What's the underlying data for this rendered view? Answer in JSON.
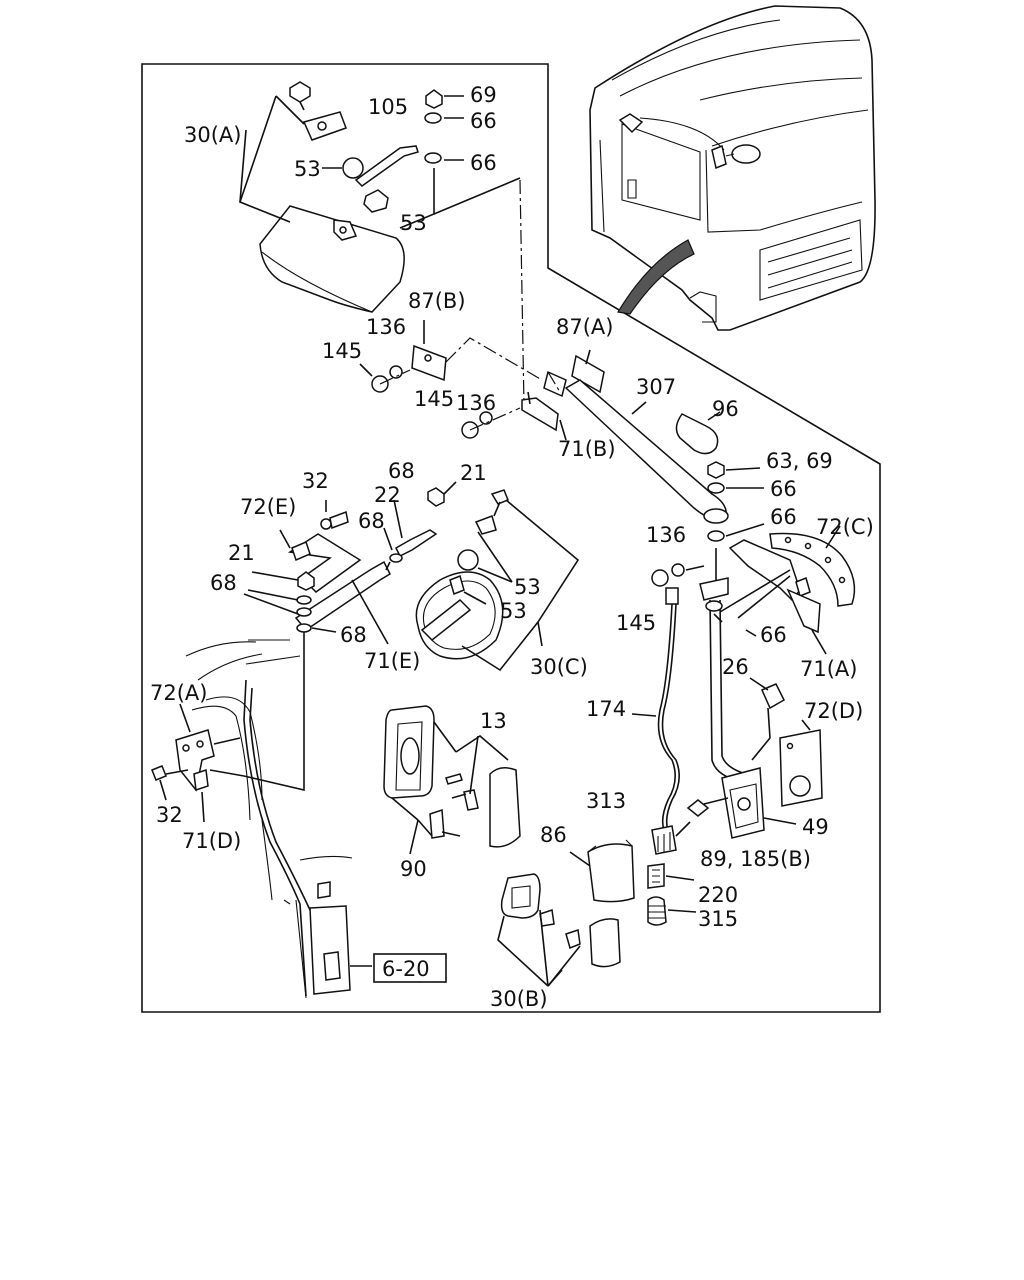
{
  "labels": {
    "l30a": "30(A)",
    "l105": "105",
    "l69a": "69",
    "l66a": "66",
    "l66b": "66",
    "l53a": "53",
    "l53b": "53",
    "l87b": "87(B)",
    "l136a": "136",
    "l145a": "145",
    "l136b": "136",
    "l145b": "145",
    "l87a": "87(A)",
    "l307": "307",
    "l71b": "71(B)",
    "l96": "96",
    "l6369": "63, 69",
    "l66c": "66",
    "l66d": "66",
    "l72c": "72(C)",
    "l136c": "136",
    "l145c": "145",
    "l66e": "66",
    "l71a": "71(A)",
    "l32a": "32",
    "l72e": "72(E)",
    "l68a": "68",
    "l21a": "21",
    "l22": "22",
    "l68b": "68",
    "l21b": "21",
    "l68c": "68",
    "l53c": "53",
    "l53d": "53",
    "l68d": "68",
    "l71e": "71(E)",
    "l30c": "30(C)",
    "l72a": "72(A)",
    "l32b": "32",
    "l71d": "71(D)",
    "l13": "13",
    "l90": "90",
    "l174": "174",
    "l26": "26",
    "l72d": "72(D)",
    "l313": "313",
    "l49": "49",
    "l89185b": "89, 185(B)",
    "l86": "86",
    "l220": "220",
    "l315": "315",
    "l620": "6-20",
    "l30b": "30(B)"
  }
}
